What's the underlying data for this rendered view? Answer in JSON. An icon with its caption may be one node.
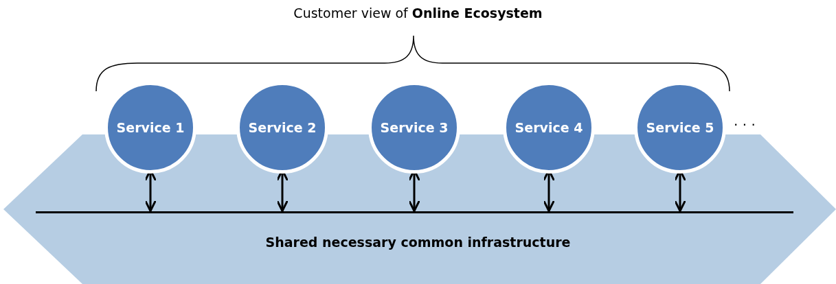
{
  "diagram": {
    "title": "Customer view of **Online Ecosystem**",
    "nodes": [
      {
        "text": [
          "Shared necessary common infrastructure"
        ]
      },
      {
        "text": [],
        "shape": "bar",
        "in": 0
      },
      {
        "text": [
          "Service 1"
        ]
      },
      {
        "text": [
          "Service 2"
        ]
      },
      {
        "text": [
          "Service 3"
        ]
      },
      {
        "text": [
          "Service 4"
        ]
      },
      {
        "text": [
          "Service 5"
        ]
      }
    ],
    "edges": [
      {
        "from": 2,
        "to": 1,
        "arrow": "both"
      },
      {
        "from": 3,
        "to": 1,
        "arrow": "both"
      },
      {
        "from": 4,
        "to": 1,
        "arrow": "both"
      },
      {
        "from": 5,
        "to": 1,
        "arrow": "both"
      },
      {
        "from": 6,
        "to": 1,
        "arrow": "both"
      }
    ],
    "labels": [
      "· · ·"
    ]
  }
}
